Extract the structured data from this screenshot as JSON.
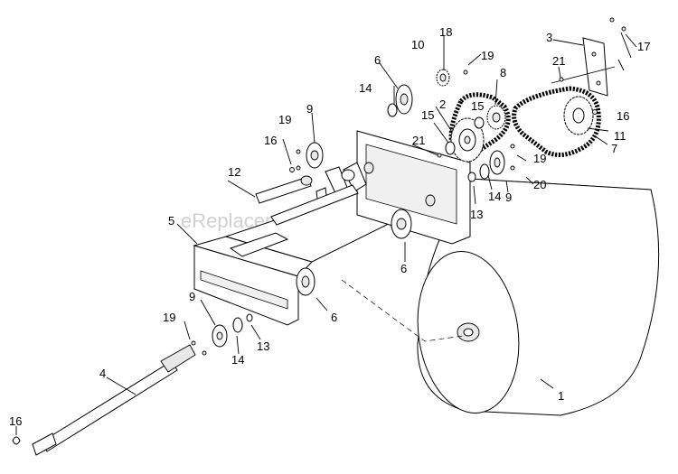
{
  "watermark": "eReplacementParts.com",
  "callouts": {
    "c1": "1",
    "c2": "2",
    "c3": "3",
    "c4": "4",
    "c5": "5",
    "c6a": "6",
    "c6b": "6",
    "c6c": "6",
    "c7": "7",
    "c8": "8",
    "c9a": "9",
    "c9b": "9",
    "c9c": "9",
    "c10": "10",
    "c11": "11",
    "c12": "12",
    "c13a": "13",
    "c13b": "13",
    "c14a": "14",
    "c14b": "14",
    "c14c": "14",
    "c15a": "15",
    "c15b": "15",
    "c16a": "16",
    "c16b": "16",
    "c16c": "16",
    "c17": "17",
    "c18": "18",
    "c19a": "19",
    "c19b": "19",
    "c19c": "19",
    "c19d": "19",
    "c20": "20",
    "c21a": "21",
    "c21b": "21"
  }
}
